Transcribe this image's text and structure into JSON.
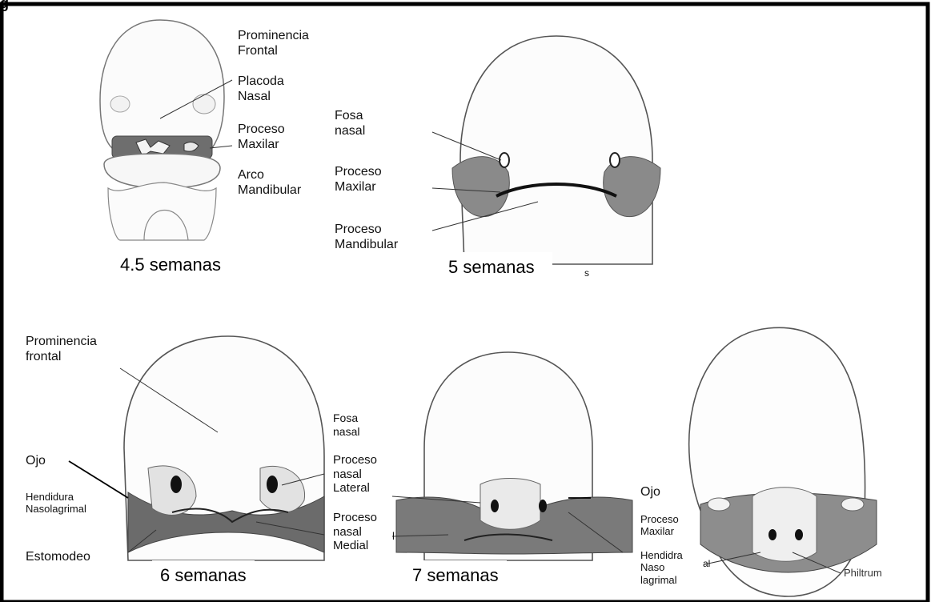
{
  "figure": {
    "corner_label": "g"
  },
  "stages": {
    "s45": "4.5 semanas",
    "s5": "5 semanas",
    "s6": "6 semanas",
    "s7": "7 semanas"
  },
  "labels_45": {
    "prominencia_frontal_1": "Prominencia",
    "prominencia_frontal_2": "Frontal",
    "placoda_nasal_1": "Placoda",
    "placoda_nasal_2": "Nasal",
    "proceso_maxilar_1": "Proceso",
    "proceso_maxilar_2": "Maxilar",
    "arco_mandibular_1": "Arco",
    "arco_mandibular_2": "Mandibular"
  },
  "labels_5": {
    "fosa_nasal_1": "Fosa",
    "fosa_nasal_2": "nasal",
    "proceso_maxilar_1": "Proceso",
    "proceso_maxilar_2": "Maxilar",
    "proceso_mandibular_1": "Proceso",
    "proceso_mandibular_2": "Mandibular",
    "stray_mark": "s"
  },
  "labels_6": {
    "prominencia_frontal_1": "Prominencia",
    "prominencia_frontal_2": "frontal",
    "ojo": "Ojo",
    "hendidura_1": "Hendidura",
    "hendidura_2": "Nasolagrimal",
    "estomodeo": "Estomodeo",
    "fosa_nasal_1": "Fosa",
    "fosa_nasal_2": "nasal",
    "proceso_nasal_lateral_1": "Proceso",
    "proceso_nasal_lateral_2": "nasal",
    "proceso_nasal_lateral_3": "Lateral",
    "proceso_nasal_medial_1": "Proceso",
    "proceso_nasal_medial_2": "nasal",
    "proceso_nasal_medial_3": "Medial"
  },
  "labels_7": {
    "ojo": "Ojo",
    "proceso_maxilar_1": "Proceso",
    "proceso_maxilar_2": "Maxilar",
    "hendidra_1": "Hendidra",
    "hendidra_2": "Naso",
    "hendidra_3": "lagrimal",
    "partial_left": "l",
    "partial_right": "al",
    "philtrum": "Philtrum"
  },
  "colors": {
    "outline": "#555555",
    "tissue_dark": "#7a7a7a",
    "tissue_mid": "#9a9a9a",
    "tissue_light": "#e4e4e4",
    "frame": "#000000"
  }
}
